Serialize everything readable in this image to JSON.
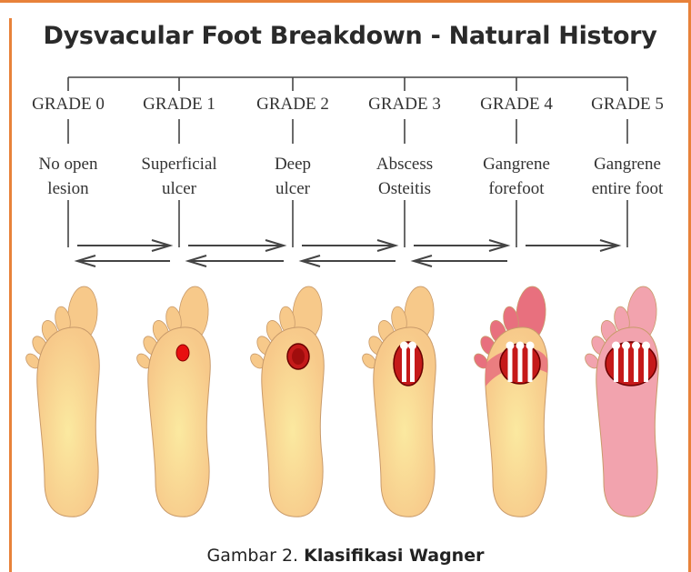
{
  "title": "Dysvacular Foot Breakdown - Natural History",
  "accent_color": "#e8823a",
  "grades": [
    {
      "label": "GRADE 0",
      "line1": "No open",
      "line2": "lesion",
      "stage": 0
    },
    {
      "label": "GRADE 1",
      "line1": "Superficial",
      "line2": "ulcer",
      "stage": 1
    },
    {
      "label": "GRADE 2",
      "line1": "Deep",
      "line2": "ulcer",
      "stage": 2
    },
    {
      "label": "GRADE 3",
      "line1": "Abscess",
      "line2": "Osteitis",
      "stage": 3
    },
    {
      "label": "GRADE 4",
      "line1": "Gangrene",
      "line2": "forefoot",
      "stage": 4
    },
    {
      "label": "GRADE 5",
      "line1": "Gangrene",
      "line2": "entire foot",
      "stage": 5
    }
  ],
  "caption": {
    "prefix": "Gambar 2. ",
    "bold": "Klasifikasi Wagner"
  },
  "colors": {
    "skin": "#f7c98a",
    "skin_light": "#fbe9a0",
    "toe_red": "#e8707e",
    "foot_pink": "#f2a3ae",
    "ulcer": "#c51a1a",
    "ulcer_bright": "#e81010"
  }
}
